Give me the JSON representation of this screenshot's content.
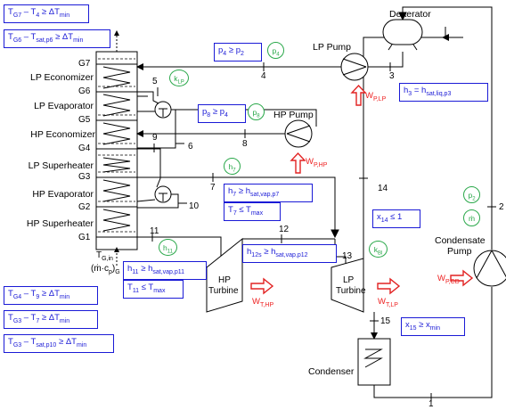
{
  "sections": {
    "lp_economizer": "LP Economizer",
    "lp_evaporator": "LP Evaporator",
    "hp_economizer": "HP Economizer",
    "lp_superheater": "LP Superheater",
    "hp_evaporator": "HP Evaporator",
    "hp_superheater": "HP Superheater"
  },
  "gas_points": [
    "G7",
    "G6",
    "G5",
    "G4",
    "G3",
    "G2",
    "G1"
  ],
  "inlet": {
    "line1": "T",
    "line1_sub": "G,in",
    "line2": "(ṁ·c",
    "line2_sub": "p",
    "line2_end": ")",
    "line2_sub2": "G"
  },
  "components": {
    "deaerator": "Deaerator",
    "lp_pump": "LP Pump",
    "hp_pump": "HP Pump",
    "hp_turbine_1": "HP",
    "hp_turbine_2": "Turbine",
    "lp_turbine_1": "LP",
    "lp_turbine_2": "Turbine",
    "condensate_pump_1": "Condensate",
    "condensate_pump_2": "Pump",
    "condenser": "Condenser"
  },
  "state_numbers": {
    "s1": "1",
    "s2": "2",
    "s3": "3",
    "s4": "4",
    "s5": "5",
    "s6": "6",
    "s7": "7",
    "s8": "8",
    "s9": "9",
    "s10": "10",
    "s11": "11",
    "s12": "12",
    "s13": "13",
    "s14": "14",
    "s15": "15"
  },
  "left_constraints": {
    "c1": {
      "a": "T",
      "a_sub": "G7",
      "b": " – T",
      "b_sub": "4",
      "c": " ≥  ΔT",
      "c_sub": "min"
    },
    "c2": {
      "a": "T",
      "a_sub": "G6",
      "b": " – T",
      "b_sub": "sat,p6",
      "c": " ≥  ΔT",
      "c_sub": "min"
    },
    "c3": {
      "a": "T",
      "a_sub": "G4",
      "b": " – T",
      "b_sub": "9",
      "c": " ≥  ΔT",
      "c_sub": "min"
    },
    "c4": {
      "a": "T",
      "a_sub": "G3",
      "b": " – T",
      "b_sub": "7",
      "c": " ≥ ΔT",
      "c_sub": "min"
    },
    "c5": {
      "a": "T",
      "a_sub": "G3",
      "b": " – T",
      "b_sub": "sat,p10",
      "c": " ≥  ΔT",
      "c_sub": "min"
    }
  },
  "process_constraints": {
    "p4": {
      "a": "p",
      "a_sub": "4",
      "b": " ≥ p",
      "b_sub": "2"
    },
    "p8": {
      "a": "p",
      "a_sub": "8",
      "b": " ≥ p",
      "b_sub": "4"
    },
    "h3": {
      "a": "h",
      "a_sub": "3",
      "b": " = h",
      "b_sub": "sat,liq,p3"
    },
    "h7": {
      "a": "h",
      "a_sub": "7",
      "b": " ≥ h",
      "b_sub": "sat,vap,p7"
    },
    "t7": {
      "a": "T",
      "a_sub": "7",
      "b": " ≤ T",
      "b_sub": "max"
    },
    "h12s": {
      "a": "h",
      "a_sub": "12s",
      "b": " ≥ h",
      "b_sub": "sat,vap,p12"
    },
    "h11": {
      "a": "h",
      "a_sub": "11",
      "b": " ≥ h",
      "b_sub": "sat,vap,p11"
    },
    "t11": {
      "a": "T",
      "a_sub": "11",
      "b": " ≤ T",
      "b_sub": "max"
    },
    "x14": {
      "a": "x",
      "a_sub": "14",
      "b": " ≤ 1",
      "b_sub": ""
    },
    "x15": {
      "a": "x",
      "a_sub": "15",
      "b": " ≥ x",
      "b_sub": "min"
    }
  },
  "variables": {
    "v_p4": {
      "a": "p",
      "sub": "4"
    },
    "v_klp": {
      "a": "k",
      "sub": "LP"
    },
    "v_p8": {
      "a": "p",
      "sub": "8"
    },
    "v_h7": {
      "a": "h",
      "sub": "7"
    },
    "v_h11": {
      "a": "h",
      "sub": "11"
    },
    "v_p2": {
      "a": "p",
      "sub": "2"
    },
    "v_m": {
      "a": "ṁ",
      "sub": ""
    },
    "v_kbl": {
      "a": "k",
      "sub": "Bl"
    }
  },
  "work": {
    "wp_lp": {
      "a": "W",
      "sub": "P,LP"
    },
    "wp_hp": {
      "a": "W",
      "sub": "P,HP"
    },
    "wt_hp": {
      "a": "W",
      "sub": "T,HP"
    },
    "wt_lp": {
      "a": "W",
      "sub": "T,LP"
    },
    "wp_cd": {
      "a": "W",
      "sub": "P,CD"
    }
  },
  "colors": {
    "constraint": "#1a1ad6",
    "variable": "#2aa84a",
    "work": "#e22222",
    "line": "#000000"
  }
}
